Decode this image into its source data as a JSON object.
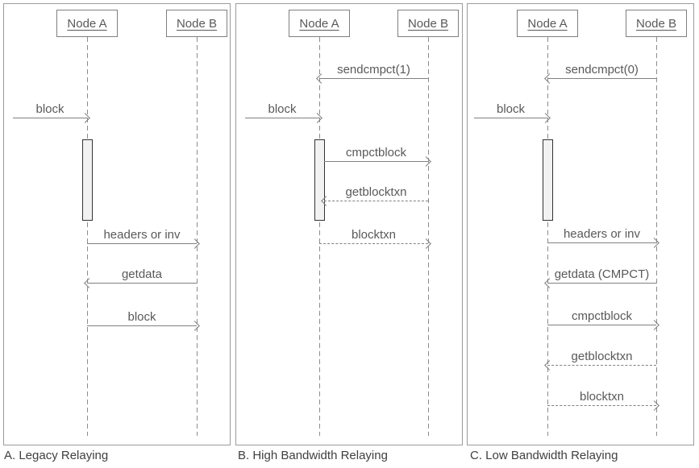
{
  "colors": {
    "line": "#808080",
    "label_text": "#595959",
    "caption_text": "#404040",
    "activation_fill": "#f2f2f2",
    "activation_border": "#333333",
    "panel_border": "#9b9b9b"
  },
  "panels": [
    {
      "caption": "A. Legacy Relaying",
      "actors": [
        {
          "label": "Node A"
        },
        {
          "label": "Node B"
        }
      ],
      "messages": [
        {
          "label": "block",
          "from": "external",
          "to": "Node A",
          "style": "solid",
          "direction": "right"
        },
        {
          "label": "headers or inv",
          "from": "Node A",
          "to": "Node B",
          "style": "solid",
          "direction": "right"
        },
        {
          "label": "getdata",
          "from": "Node B",
          "to": "Node A",
          "style": "solid",
          "direction": "left"
        },
        {
          "label": "block",
          "from": "Node A",
          "to": "Node B",
          "style": "solid",
          "direction": "right"
        }
      ]
    },
    {
      "caption": "B. High Bandwidth Relaying",
      "actors": [
        {
          "label": "Node A"
        },
        {
          "label": "Node B"
        }
      ],
      "messages": [
        {
          "label": "sendcmpct(1)",
          "from": "Node B",
          "to": "Node A",
          "style": "solid",
          "direction": "left"
        },
        {
          "label": "block",
          "from": "external",
          "to": "Node A",
          "style": "solid",
          "direction": "right"
        },
        {
          "label": "cmpctblock",
          "from": "Node A",
          "to": "Node B",
          "style": "solid",
          "direction": "right"
        },
        {
          "label": "getblocktxn",
          "from": "Node B",
          "to": "Node A",
          "style": "dashed",
          "direction": "left"
        },
        {
          "label": "blocktxn",
          "from": "Node A",
          "to": "Node B",
          "style": "dashed",
          "direction": "right"
        }
      ]
    },
    {
      "caption": "C. Low Bandwidth Relaying",
      "actors": [
        {
          "label": "Node A"
        },
        {
          "label": "Node B"
        }
      ],
      "messages": [
        {
          "label": "sendcmpct(0)",
          "from": "Node B",
          "to": "Node A",
          "style": "solid",
          "direction": "left"
        },
        {
          "label": "block",
          "from": "external",
          "to": "Node A",
          "style": "solid",
          "direction": "right"
        },
        {
          "label": "headers or inv",
          "from": "Node A",
          "to": "Node B",
          "style": "solid",
          "direction": "right"
        },
        {
          "label": "getdata (CMPCT)",
          "from": "Node B",
          "to": "Node A",
          "style": "solid",
          "direction": "left"
        },
        {
          "label": "cmpctblock",
          "from": "Node A",
          "to": "Node B",
          "style": "solid",
          "direction": "right"
        },
        {
          "label": "getblocktxn",
          "from": "Node B",
          "to": "Node A",
          "style": "dashed",
          "direction": "left"
        },
        {
          "label": "blocktxn",
          "from": "Node A",
          "to": "Node B",
          "style": "dashed",
          "direction": "right"
        }
      ]
    }
  ]
}
